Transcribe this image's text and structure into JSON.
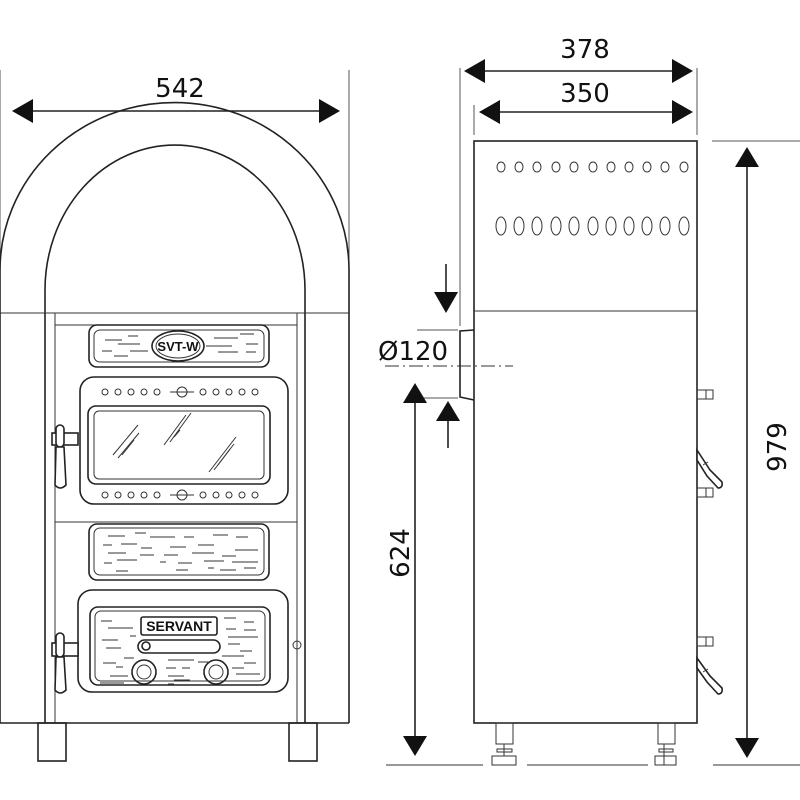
{
  "drawing": {
    "title": "Stove dimension drawing",
    "colors": {
      "line": "#222222",
      "background": "#ffffff"
    },
    "front_view": {
      "width_label": "542",
      "plate_top_label": "SVT-W",
      "plate_bottom_label": "SERVANT"
    },
    "side_view": {
      "outer_width_label": "378",
      "body_width_label": "350",
      "flue_diameter_label": "Ø120",
      "flue_height_label": "624",
      "total_height_label": "979",
      "top_vent_row_count": 11,
      "lower_vent_row_count": 11
    }
  }
}
